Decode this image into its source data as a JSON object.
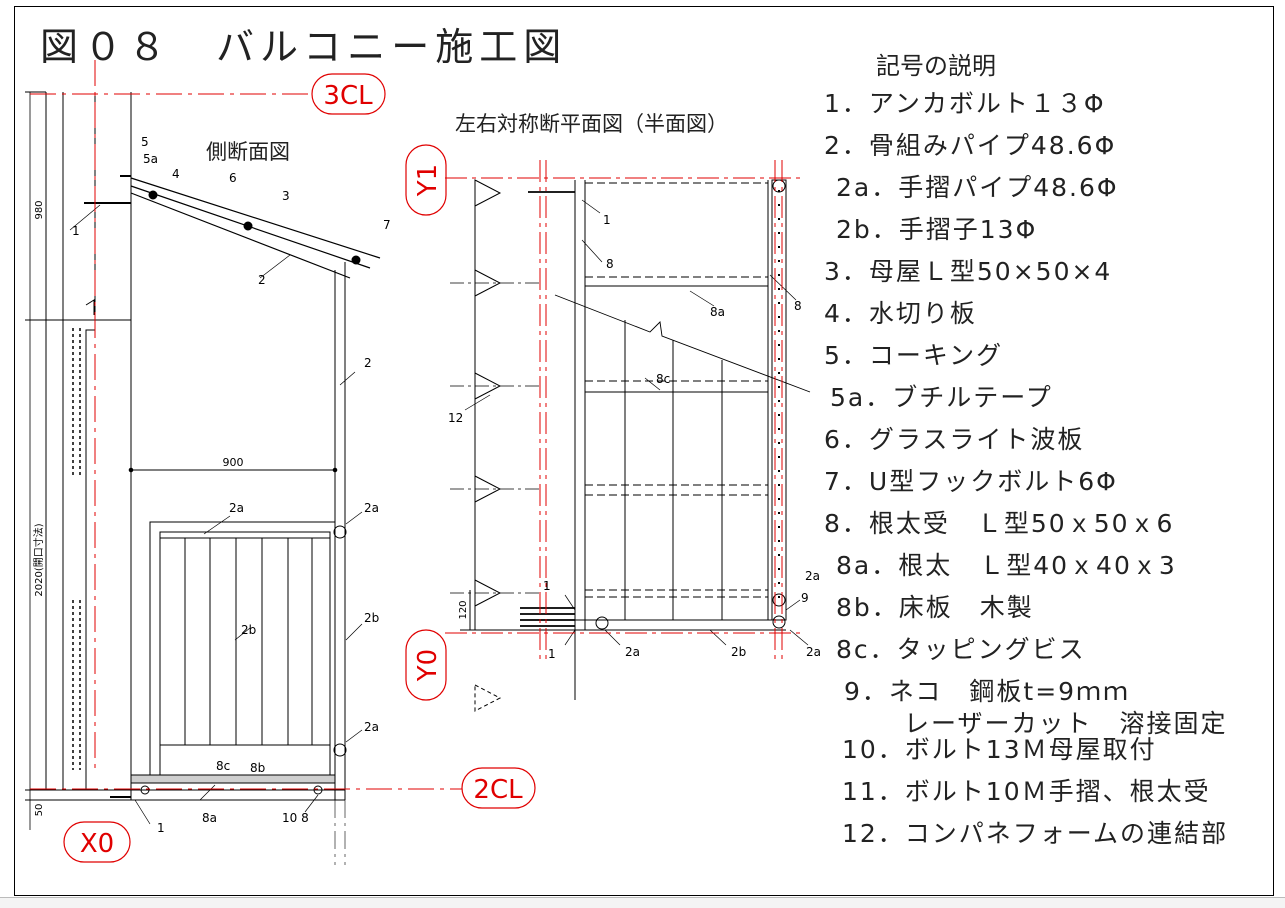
{
  "title": "図０８　バルコニー施工図",
  "views": {
    "side": "側断面図",
    "plan": "左右対称断平面図（半面図）"
  },
  "gridLabels": {
    "cl3": "3CL",
    "cl2": "2CL",
    "x0": "X0",
    "y1": "Y1",
    "y0": "Y0"
  },
  "dims": {
    "d980": "980",
    "d900": "900",
    "d2020": "2020(開口寸法)",
    "d120": "120",
    "d50": "50"
  },
  "sideRefs": {
    "r5": "5",
    "r5a": "5a",
    "r4": "4",
    "r6": "6",
    "r3": "3",
    "r7": "7",
    "r1a": "1",
    "r2a": "2",
    "r2b": "2",
    "r2a1": "2a",
    "r2a2": "2a",
    "r2a3": "2a",
    "r2b1": "2b",
    "r2b2": "2b",
    "r8c": "8c",
    "r8b": "8b",
    "r8a": "8a",
    "r108": "10 8",
    "r1b": "1"
  },
  "planRefs": {
    "p1a": "1",
    "p8a": "8",
    "p8b": "8",
    "p8a2": "8a",
    "p8c": "8c",
    "p12": "12",
    "p1b": "1",
    "p1c": "1",
    "p2a1": "2a",
    "p2b": "2b",
    "p2a2": "2a",
    "p2a3": "2a",
    "p9": "9"
  },
  "legend": {
    "title": "記号の説明",
    "items": [
      "1．アンカボルト１３Φ",
      "2．骨組みパイプ48.6Φ",
      "2a．手摺パイプ48.6Φ",
      "2b．手摺子13Φ",
      "3．母屋Ｌ型50×50×4",
      "4．水切り板",
      "5．コーキング",
      "5a．ブチルテープ",
      "6．グラスライト波板",
      "7．U型フックボルト6Φ",
      "8．根太受　Ｌ型50ｘ50ｘ6",
      "8a．根太　Ｌ型40ｘ40ｘ3",
      "8b．床板　木製",
      "8c．タッピングビス",
      "9．ネコ　鋼板t=9ｍｍ",
      "10．ボルト13Ｍ母屋取付",
      "11．ボルト10Ｍ手摺、根太受",
      "12．コンパネフォームの連結部"
    ],
    "item9cont": "レーザーカット　溶接固定"
  },
  "colors": {
    "ink": "#000000",
    "redLine": "#e00000",
    "labelRed": "#e00000"
  }
}
